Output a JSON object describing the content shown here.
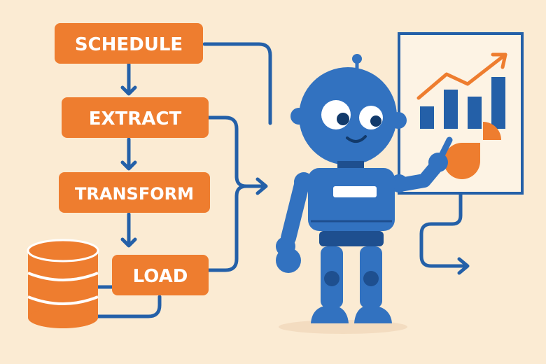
{
  "steps": [
    {
      "id": "schedule",
      "label": "SCHEDULE"
    },
    {
      "id": "extract",
      "label": "EXTRACT"
    },
    {
      "id": "transform",
      "label": "TRANSFORM"
    },
    {
      "id": "load",
      "label": "LOAD"
    }
  ],
  "colors": {
    "background": "#fbebd3",
    "orange": "#ee7d2f",
    "blue": "#2460a8",
    "robot_blue": "#3272c0",
    "robot_dark": "#1e4f8f",
    "white": "#ffffff",
    "shadow": "#f3dcc0"
  },
  "icons": [
    "database-icon",
    "robot-icon",
    "dashboard-board-icon",
    "bar-chart-icon",
    "trend-line-icon",
    "pie-chart-icon",
    "arrow-icon"
  ]
}
